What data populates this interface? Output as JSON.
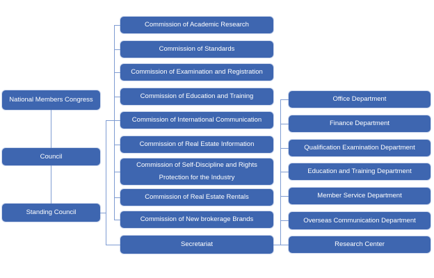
{
  "palette": {
    "box_fill": "#3E66B0",
    "box_text": "#FFFFFF",
    "connector": "#7E9BD2",
    "background": "#FFFFFF"
  },
  "org_chart": {
    "governance": [
      {
        "label": "National Members Congress"
      },
      {
        "label": "Council"
      },
      {
        "label": "Standing Council"
      }
    ],
    "commissions": [
      {
        "label": "Commission of Academic Research"
      },
      {
        "label": "Commission of Standards"
      },
      {
        "label": "Commission of Examination and Registration"
      },
      {
        "label": "Commission of Education and Training"
      },
      {
        "label": "Commission of International Communication"
      },
      {
        "label": "Commission of Real Estate Information"
      },
      {
        "label": "Commission of Self-Discipline and Rights Protection for the Industry"
      },
      {
        "label": "Commission of Real Estate Rentals"
      },
      {
        "label": "Commission of New brokerage Brands"
      },
      {
        "label": "Secretariat"
      }
    ],
    "departments": [
      {
        "label": "Office Department"
      },
      {
        "label": "Finance Department"
      },
      {
        "label": "Qualification Examination Department"
      },
      {
        "label": "Education and Training Department"
      },
      {
        "label": "Member Service Department"
      },
      {
        "label": "Overseas Communication Department"
      },
      {
        "label": "Research Center"
      }
    ]
  }
}
